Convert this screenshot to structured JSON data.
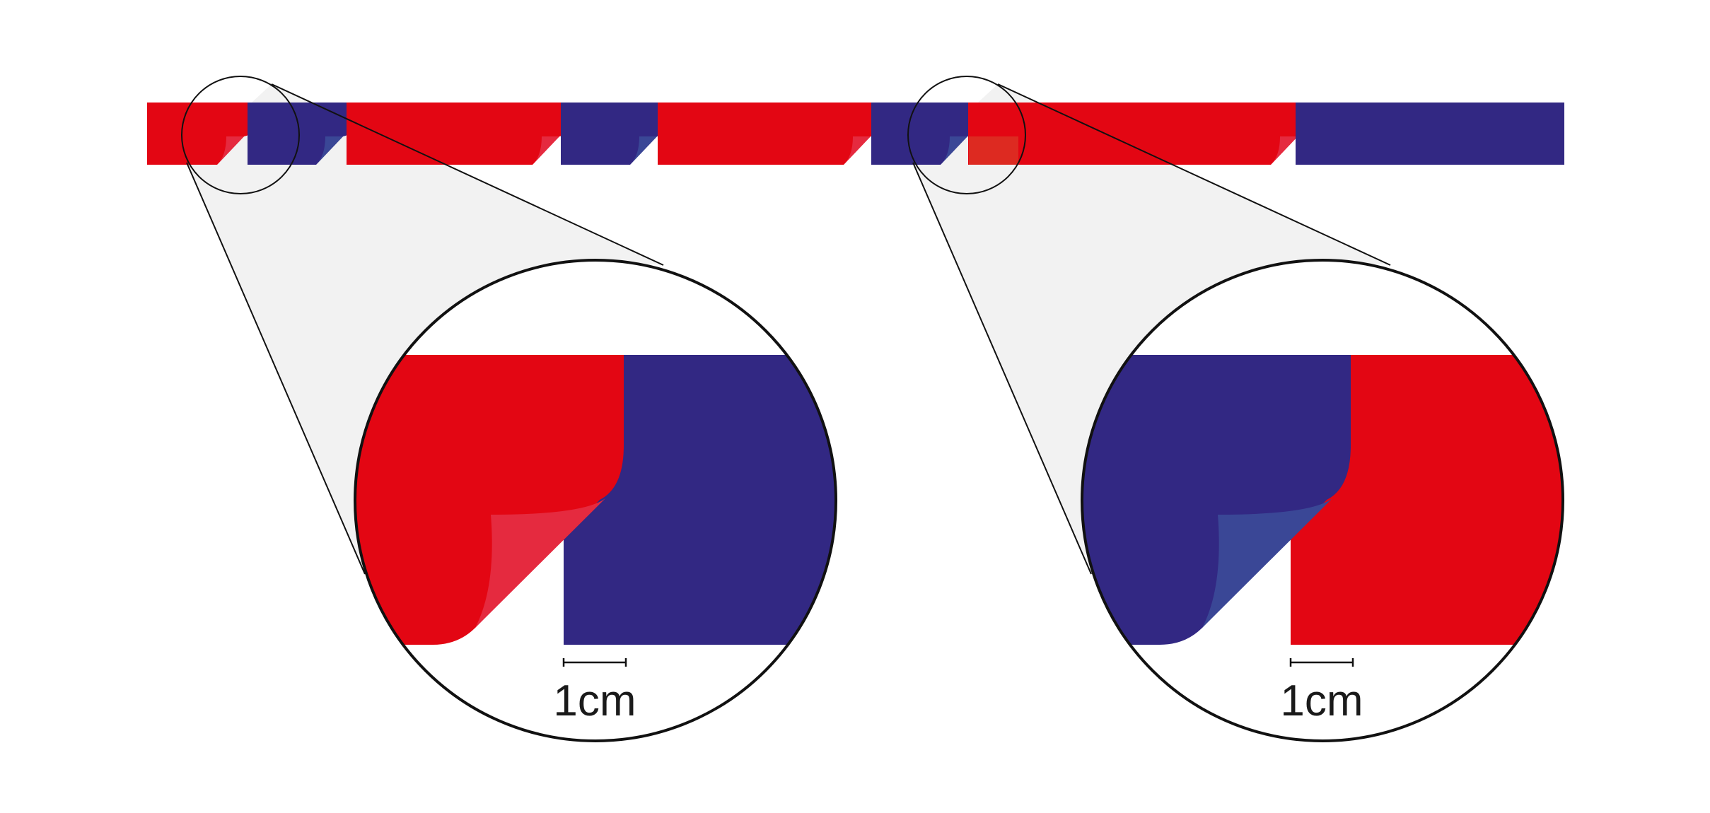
{
  "colors": {
    "red": "#e30613",
    "red_peel": "#e52a3f",
    "blue": "#322883",
    "blue_peel": "#3a4796",
    "overlap_red_on_blue": "#42378f",
    "overlap_blue_on_red": "#dc2f24",
    "funnel": "#f2f2f2",
    "stroke": "#111111"
  },
  "strip_segments": [
    "red",
    "blue",
    "red",
    "blue",
    "red",
    "blue",
    "red",
    "blue"
  ],
  "magnifiers": [
    {
      "id": "left",
      "left_color": "red",
      "right_color": "blue",
      "scale_label": "1cm"
    },
    {
      "id": "right",
      "left_color": "blue",
      "right_color": "red",
      "scale_label": "1cm"
    }
  ]
}
